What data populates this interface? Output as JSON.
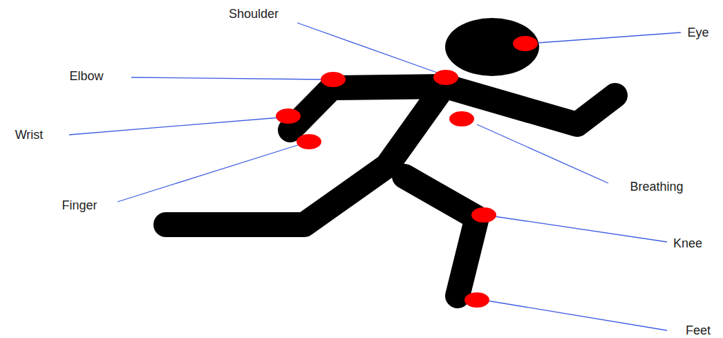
{
  "diagram": {
    "labels": [
      "Shoulder",
      "Eye",
      "Elbow",
      "Wrist",
      "Breathing",
      "Finger",
      "Knee",
      "Feet"
    ]
  }
}
